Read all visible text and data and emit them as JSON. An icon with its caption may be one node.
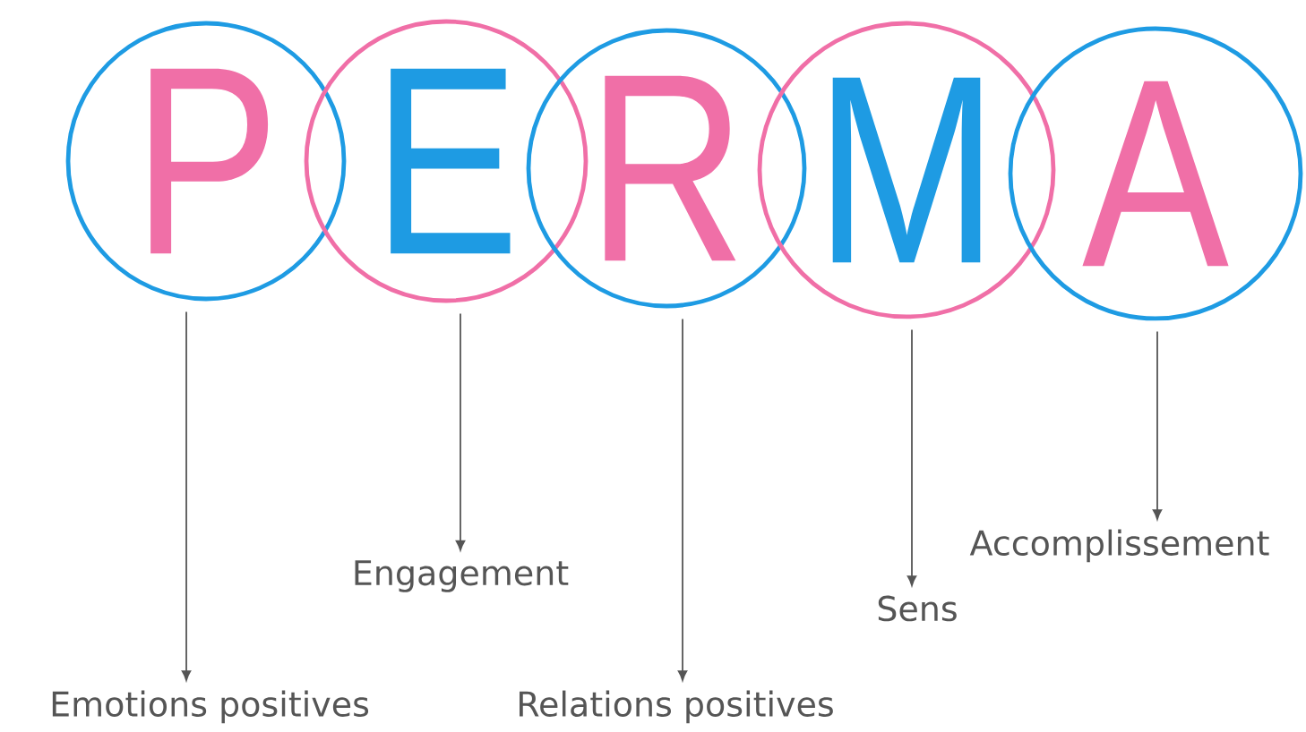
{
  "diagram": {
    "nodes": [
      {
        "text": [
          "P"
        ]
      },
      {
        "text": [
          "E"
        ]
      },
      {
        "text": [
          "R"
        ]
      },
      {
        "text": [
          "M"
        ]
      },
      {
        "text": [
          "A"
        ]
      },
      {
        "text": [
          "Emotions positives"
        ]
      },
      {
        "text": [
          "Engagement"
        ]
      },
      {
        "text": [
          "Relations positives"
        ]
      },
      {
        "text": [
          "Sens"
        ]
      },
      {
        "text": [
          "Accomplissement"
        ]
      }
    ],
    "edges": [
      {
        "from": 0,
        "to": 5,
        "arrow": "to"
      },
      {
        "from": 1,
        "to": 6,
        "arrow": "to"
      },
      {
        "from": 2,
        "to": 7,
        "arrow": "to"
      },
      {
        "from": 3,
        "to": 8,
        "arrow": "to"
      },
      {
        "from": 4,
        "to": 9,
        "arrow": "to"
      }
    ]
  }
}
